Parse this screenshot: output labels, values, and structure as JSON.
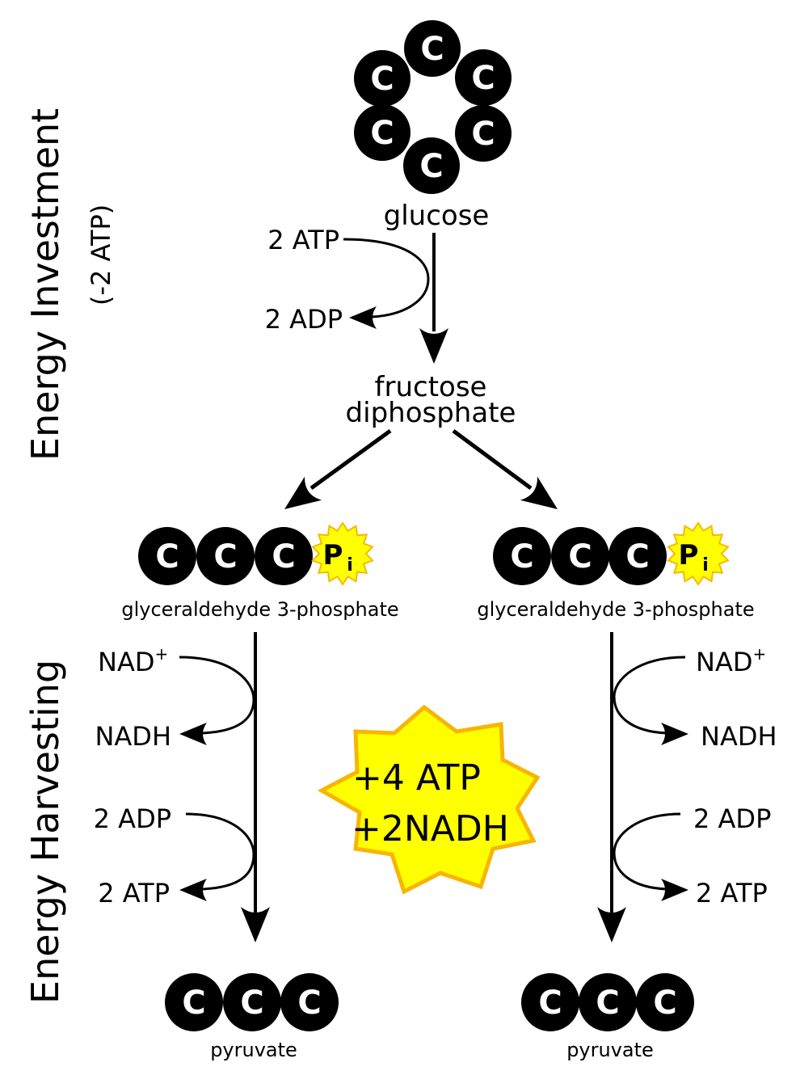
{
  "title": "Glycolysis overview",
  "colors": {
    "atom": "#000000",
    "atom_text": "#ffffff",
    "phosphate_fill": "#ffff00",
    "phosphate_stroke": "#f5b800",
    "burst_fill": "#ffff00",
    "burst_stroke": "#f7b500"
  },
  "phases": {
    "investment": {
      "label": "Energy Investment",
      "sublabel": "(-2 ATP)"
    },
    "harvesting": {
      "label": "Energy Harvesting"
    }
  },
  "atom_symbol": "C",
  "phosphate": {
    "symbol": "P",
    "subscript": "i"
  },
  "molecules": {
    "glucose": {
      "label": "glucose",
      "carbons": 6
    },
    "fructose": {
      "label_line1": "fructose",
      "label_line2": "diphosphate"
    },
    "g3p_left": {
      "label": "glyceraldehyde 3-phosphate",
      "carbons": 3
    },
    "g3p_right": {
      "label": "glyceraldehyde 3-phosphate",
      "carbons": 3
    },
    "pyruvate_left": {
      "label": "pyruvate",
      "carbons": 3
    },
    "pyruvate_right": {
      "label": "pyruvate",
      "carbons": 3
    }
  },
  "reactions": {
    "investment": {
      "input": "2 ATP",
      "output": "2 ADP"
    },
    "left_nad": {
      "input": "NAD",
      "input_sup": "+",
      "output": "NADH"
    },
    "left_atp": {
      "input": "2 ADP",
      "output": "2 ATP"
    },
    "right_nad": {
      "input": "NAD",
      "input_sup": "+",
      "output": "NADH"
    },
    "right_atp": {
      "input": "2 ADP",
      "output": "2 ATP"
    }
  },
  "yield": {
    "line1": "+4 ATP",
    "line2": "+2NADH"
  }
}
